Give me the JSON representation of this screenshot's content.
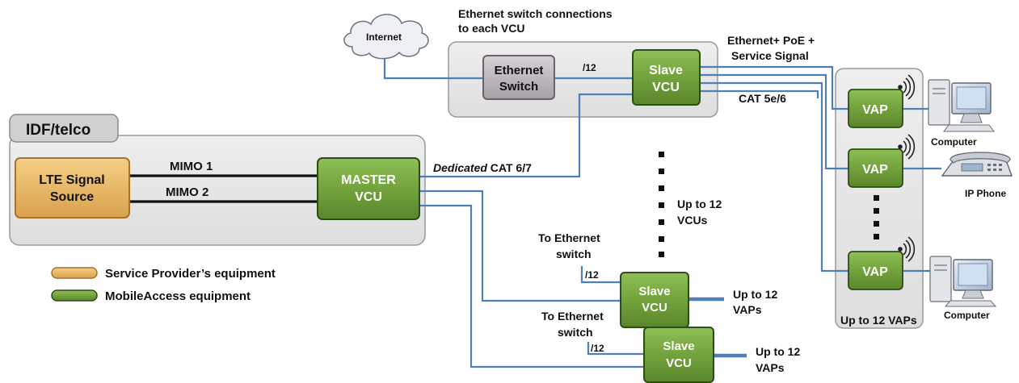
{
  "colors": {
    "mobileaccess_green": "#72a33c",
    "service_provider_orange": "#e9b862",
    "ethernet_switch_gray": "#b8b3b8",
    "container_gray": "#e6e6e6",
    "line_blue": "#4f7fb9"
  },
  "labels": {
    "idf": "IDF/telco",
    "lte_line1": "LTE Signal",
    "lte_line2": "Source",
    "mimo1": "MIMO 1",
    "mimo2": "MIMO 2",
    "master_line1": "MASTER",
    "master_line2": "VCU",
    "internet": "Internet",
    "switch_note_line1": "Ethernet switch connections",
    "switch_note_line2": "to each VCU",
    "eth_switch_line1": "Ethernet",
    "eth_switch_line2": "Switch",
    "slash12": "/12",
    "slave_line1": "Slave",
    "slave_line2": "VCU",
    "poe_line1": "Ethernet+ PoE +",
    "poe_line2": "Service Signal",
    "cat56": "CAT 5e/6",
    "dedicated_italic": "Dedicated",
    "dedicated_rest": " CAT 6/7",
    "upto12vcus_line1": "Up to 12",
    "upto12vcus_line2": "VCUs",
    "to_eth_line1": "To Ethernet",
    "to_eth_line2": "switch",
    "upto12vaps_line1": "Up to 12",
    "upto12vaps_line2": "VAPs",
    "vap": "VAP",
    "computer": "Computer",
    "ip_phone": "IP Phone",
    "upto12vaps_total": "Up to 12 VAPs"
  },
  "legend": [
    {
      "label": "Service Provider’s equipment",
      "color": "#e9b862"
    },
    {
      "label": "MobileAccess equipment",
      "color": "#72a33c"
    }
  ]
}
